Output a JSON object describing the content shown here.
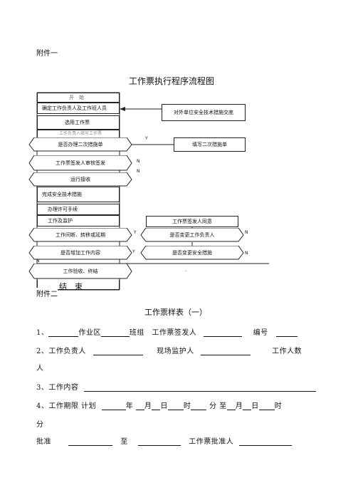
{
  "doc": {
    "attachment1": "附件一",
    "flow_title": "工作票执行程序流程图",
    "attachment2": "附件二",
    "form_title": "工作票样表（一）"
  },
  "flow": {
    "top_hidden": "开　始",
    "box_determine": "确定工作负责人及工作班人员",
    "box_outside": "对外单位安全技术措施交底",
    "box_select": "选用工作票",
    "box_fill_hidden": "工作负责人填写工作票",
    "hex_second": "是否办理二次措施单",
    "box_fill_second": "填写二次措施单",
    "hex_review": "工作票签发人审核签发",
    "hex_receive": "运行接收",
    "box_safety": "完成安全技术措施",
    "box_permit": "办理许可手续",
    "box_guard": "工作及监护",
    "box_issuer_agree": "工作票签发人同意",
    "hex_interrupt": "工作间断、转移或延期",
    "hex_change_leader": "是否变更工作负责人",
    "hex_add_content": "是否增加工作内容",
    "hex_change_measure": "是否变更安全措施",
    "hex_accept": "工作验收、终结",
    "box_end": "结　束",
    "y": "Y",
    "n": "N",
    "dot": "."
  },
  "form": {
    "l1_num": "1、",
    "l1_a": "作业区",
    "l1_b": "班组　工作票签发人",
    "l1_c": "编号",
    "l2": "2、工作负责人",
    "l2_b": "现场监护人",
    "l2_c": "工作人数",
    "l2_wrap": "人",
    "l3": "3、工作内容",
    "l4": "4、工作期限 计划",
    "l4_nian": "年",
    "l4_yue": "月",
    "l4_ri": "日",
    "l4_shi": "时",
    "l4_fen": "分",
    "l4_zhi": "至",
    "l4_yue2": "月",
    "l4_ri2": "日",
    "l4_shi2": "时",
    "l4_wrap": "分",
    "l5": "批准",
    "l5_b": "至",
    "l5_c": "工作票批准人"
  }
}
